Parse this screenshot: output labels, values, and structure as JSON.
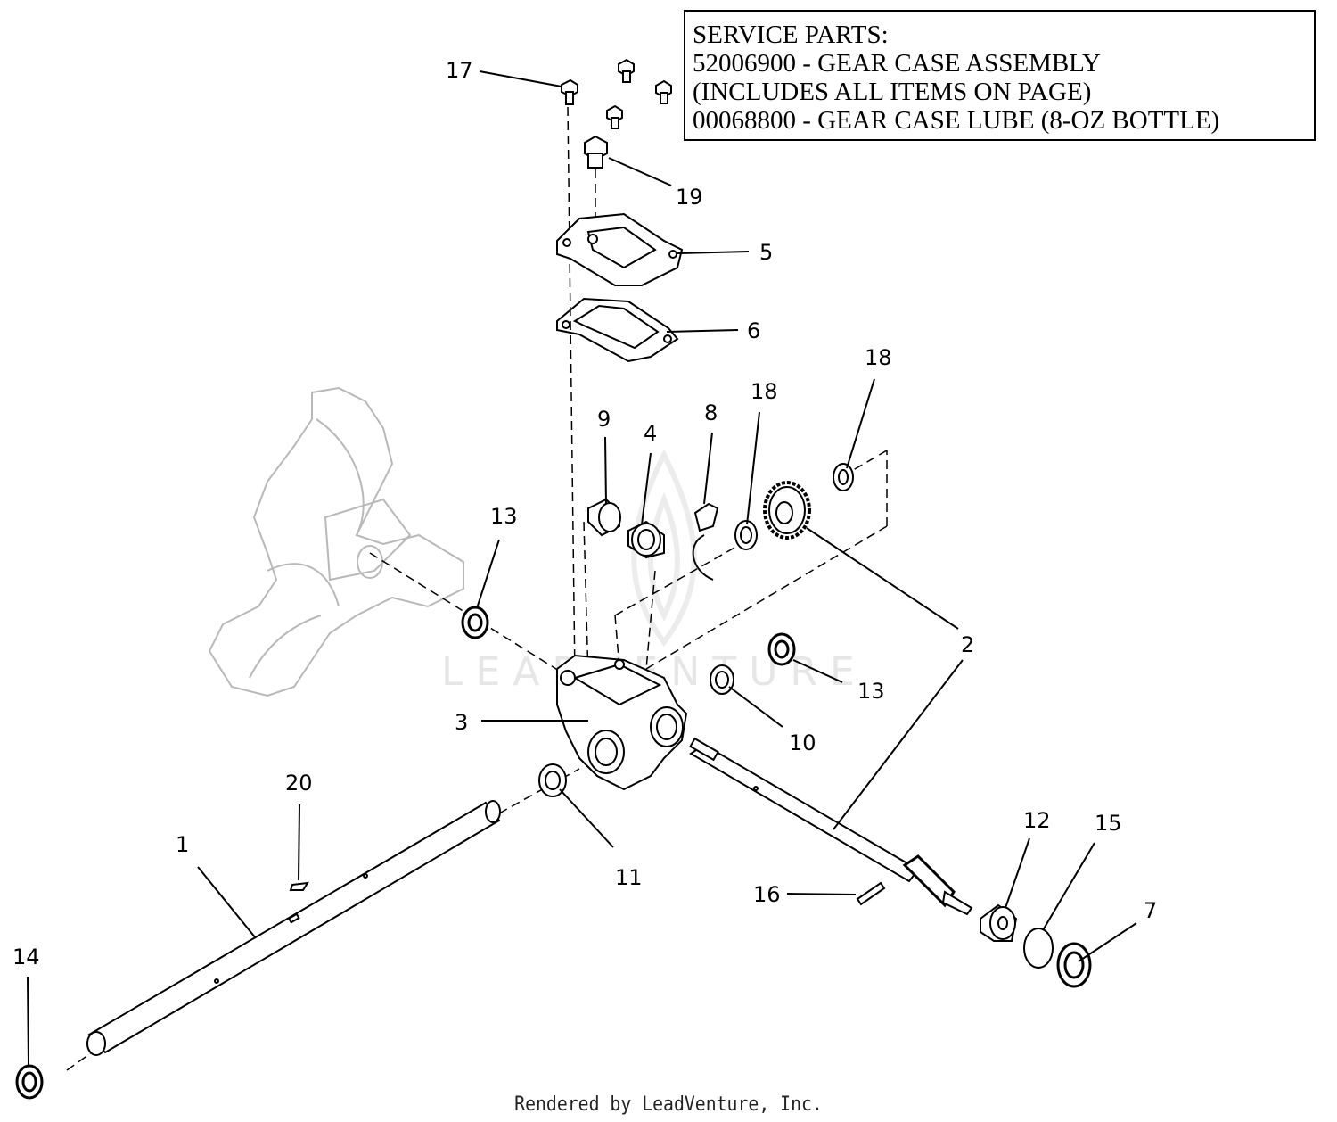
{
  "service_parts": {
    "lines": [
      "SERVICE PARTS:",
      "52006900 - GEAR CASE ASSEMBLY",
      "(INCLUDES ALL ITEMS ON PAGE)",
      "00068800 - GEAR CASE LUBE (8-OZ BOTTLE)"
    ]
  },
  "watermark": "LEADVENTURE",
  "footer": "Rendered by LeadVenture, Inc.",
  "callouts": [
    "17",
    "19",
    "5",
    "6",
    "18",
    "18",
    "9",
    "4",
    "8",
    "13",
    "2",
    "13",
    "10",
    "3",
    "11",
    "20",
    "1",
    "12",
    "15",
    "16",
    "7",
    "14"
  ]
}
